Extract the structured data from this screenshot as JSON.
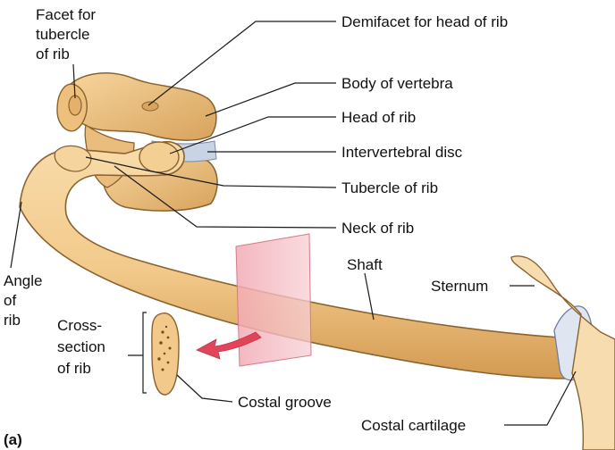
{
  "labels": {
    "facet_tubercle": [
      "Facet for",
      "tubercle",
      "of rib"
    ],
    "demifacet": "Demifacet for head of rib",
    "body_vertebra": "Body of vertebra",
    "head_rib": "Head of rib",
    "intervertebral_disc": "Intervertebral disc",
    "tubercle_rib": "Tubercle of rib",
    "neck_rib": "Neck of rib",
    "angle_rib": [
      "Angle",
      "of",
      "rib"
    ],
    "shaft": "Shaft",
    "sternum": "Sternum",
    "cross_section": [
      "Cross-",
      "section",
      "of rib"
    ],
    "costal_groove": "Costal groove",
    "costal_cartilage": "Costal cartilage",
    "panel": "(a)"
  },
  "colors": {
    "bone_fill": "#f2c98a",
    "bone_shade": "#d9a45e",
    "bone_outline": "#8a6230",
    "disc_fill": "#c9d3e6",
    "cartilage_fill": "#dfe6f2",
    "plane_fill": "#f3b7be",
    "arrow_fill": "#e0455a",
    "marrow": "#7a4a1a"
  }
}
